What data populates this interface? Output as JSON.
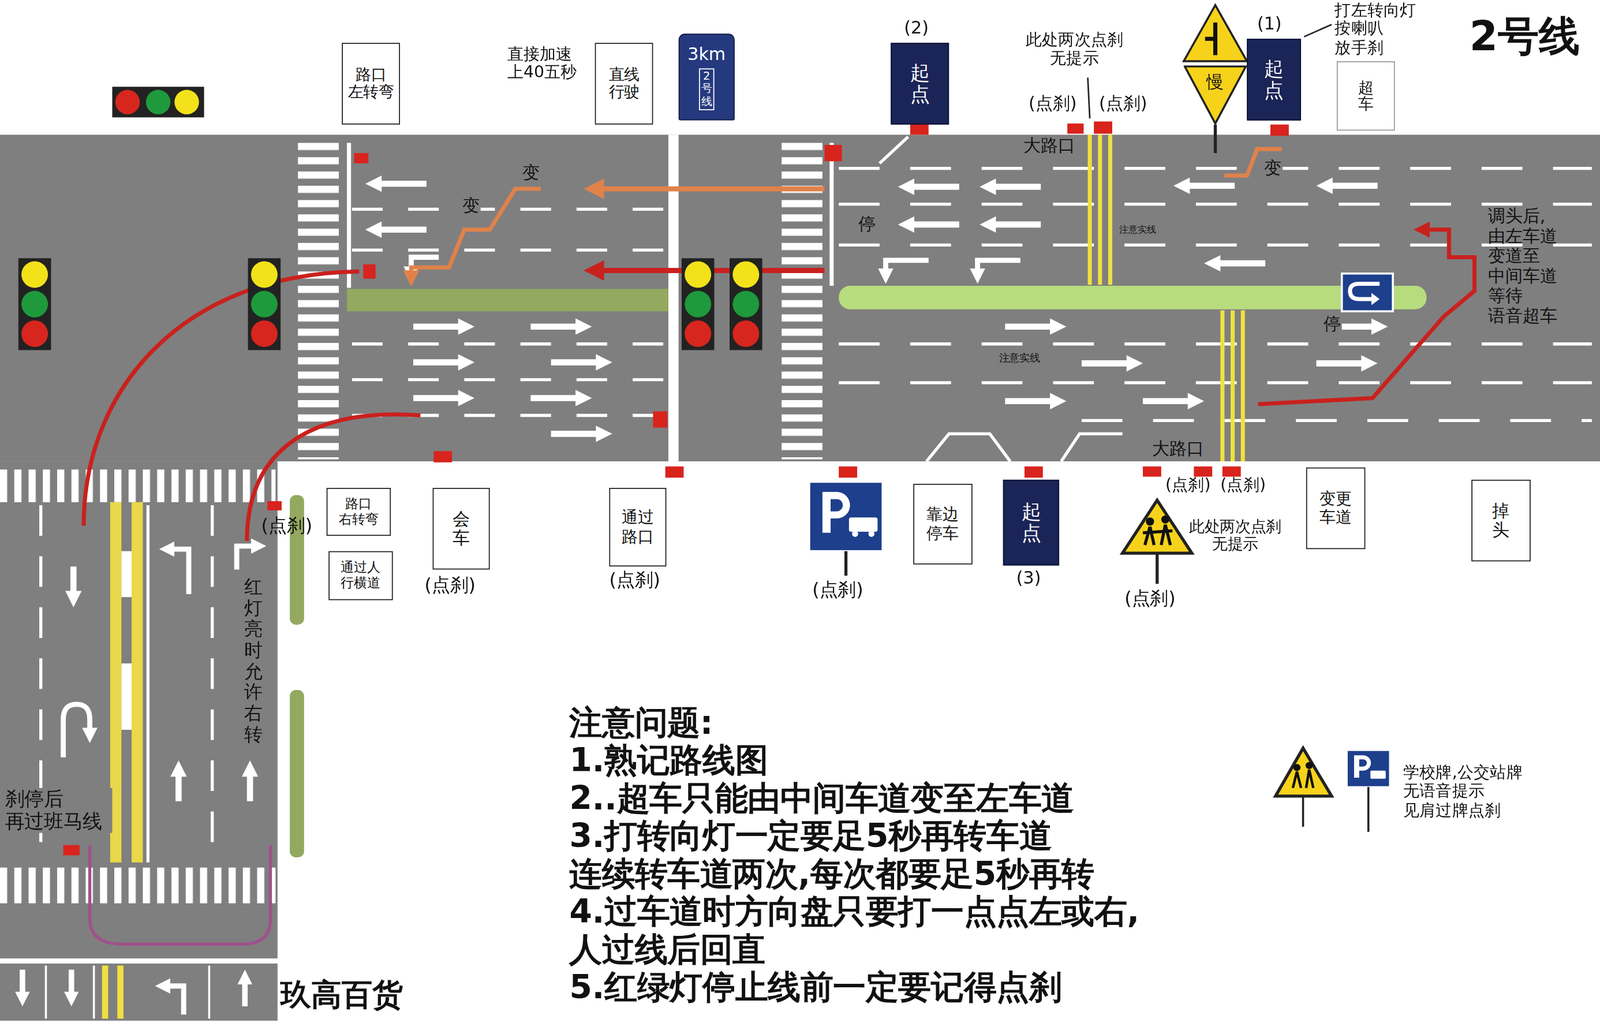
{
  "diagram": {
    "title": "2号线",
    "nodes": [
      {
        "text": [
          "路口 左转弯"
        ]
      },
      {
        "text": [
          "直线 行驶"
        ]
      },
      {
        "text": [
          "3km",
          "2号线"
        ]
      },
      {
        "text": [
          "起点"
        ]
      },
      {
        "text": [
          "慢"
        ]
      },
      {
        "text": [
          "起点"
        ]
      },
      {
        "text": [
          "超车"
        ]
      },
      {
        "text": [
          "路口 右转弯"
        ]
      },
      {
        "text": [
          "通过人 行横道"
        ]
      },
      {
        "text": [
          "会车"
        ]
      },
      {
        "text": [
          "通过 路口"
        ]
      },
      {
        "text": [
          "靠边 停车"
        ]
      },
      {
        "text": [
          "起点"
        ]
      },
      {
        "text": [
          "变更 车道"
        ]
      },
      {
        "text": [
          "掉头"
        ]
      }
    ],
    "labels": [
      "直接加速 上40五秒",
      "(2)",
      "此处两次点刹 无提示",
      "(点刹)",
      "(点刹)",
      "(1)",
      "打左转向灯 按喇叭 放手刹",
      "大路口",
      "变",
      "变",
      "变",
      "停",
      "注意实线",
      "调头后, 由左车道 变道至 中间车道 等待 语音超车",
      "停",
      "注意实线",
      "大路口",
      "(点刹)",
      "(点刹)",
      "(点刹)",
      "(点刹)",
      "(点刹)",
      "(点刹)",
      "此处两次点刹 无提示",
      "(3)",
      "(点刹)",
      "红灯亮时允许右转",
      "刹停后 再过班马线",
      "注意问题:",
      "1.熟记路线图",
      "2..超车只能由中间车道变至左车道",
      "3.打转向灯一定要足5秒再转车道",
      "连续转车道两次,每次都要足5秒再转",
      "4.过车道时方向盘只要打一点点左或右,",
      "人过线后回直",
      "5.红绿灯停止线前一定要记得点刹",
      "学校牌,公交站牌 无语音提示 见肩过牌点刹",
      "玖高百货"
    ]
  }
}
